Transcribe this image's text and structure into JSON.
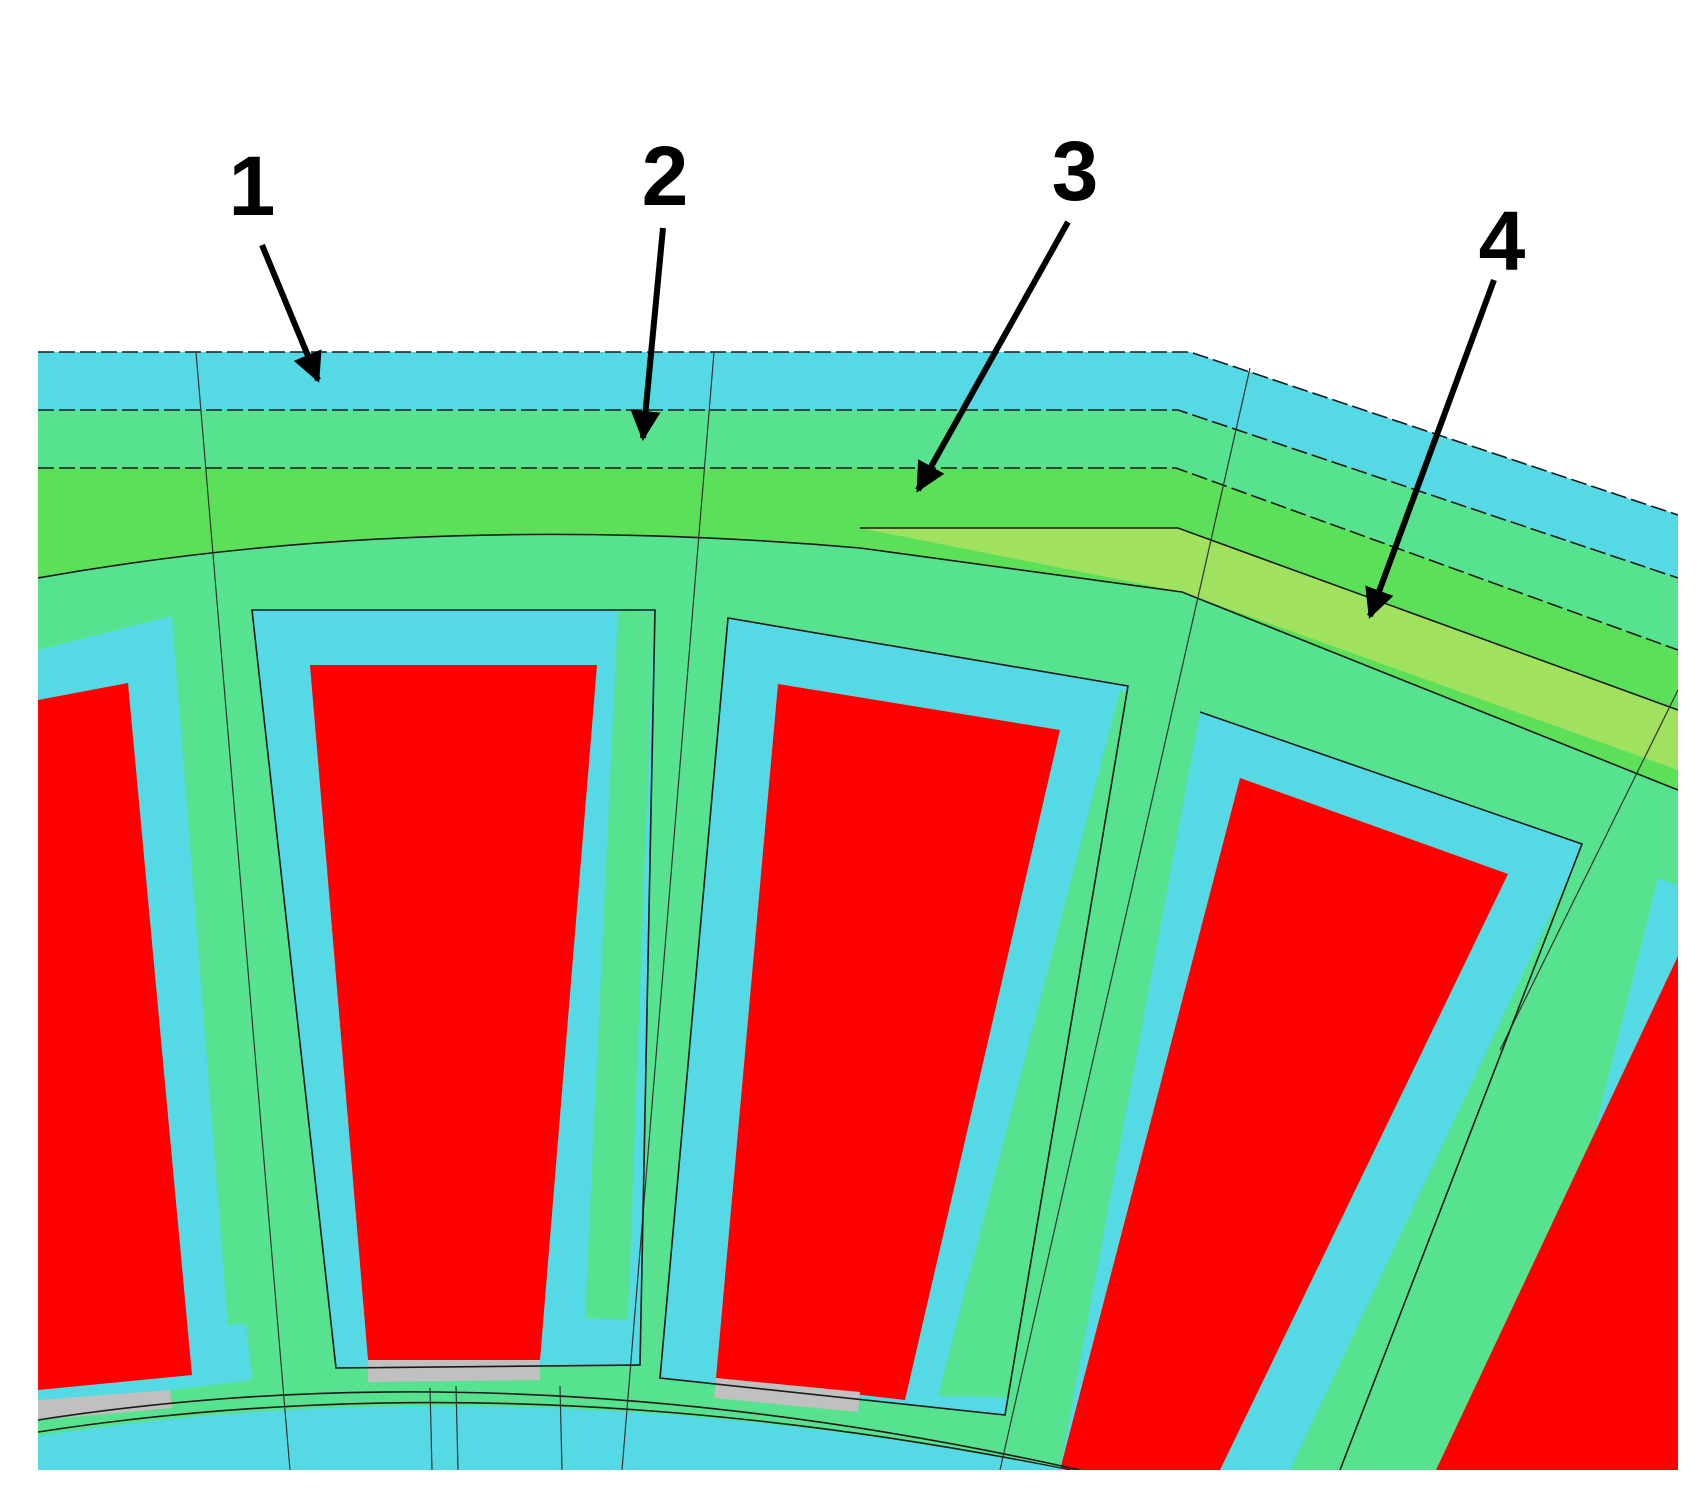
{
  "figure": {
    "colors": {
      "insulation": "#55d9e4",
      "layer_light": "#56e28f",
      "layer_mid": "#5ce05a",
      "layer_yellow": "#a0e160",
      "conductor": "#ff0000",
      "gap": "#c0c0c0",
      "line": "#1a1a1a",
      "background": "#ffffff"
    },
    "callouts": [
      {
        "label": "1"
      },
      {
        "label": "2"
      },
      {
        "label": "3"
      },
      {
        "label": "4"
      }
    ]
  }
}
